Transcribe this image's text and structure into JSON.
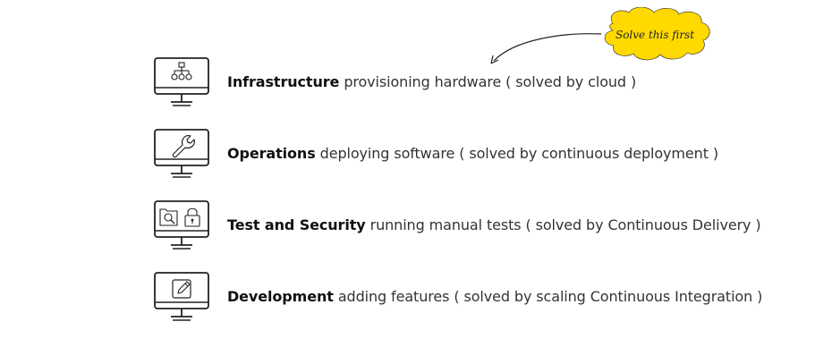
{
  "callout": {
    "label": "Solve this first",
    "color": "#ffd900"
  },
  "rows": [
    {
      "icon": "hierarchy-icon",
      "title": "Infrastructure",
      "description": "provisioning hardware ( solved by cloud )"
    },
    {
      "icon": "wrench-icon",
      "title": "Operations",
      "description": "deploying software ( solved by continuous deployment )"
    },
    {
      "icon": "search-lock-icon",
      "title": "Test and Security",
      "description": "running manual tests ( solved by Continuous Delivery )"
    },
    {
      "icon": "edit-icon",
      "title": "Development",
      "description": "adding features ( solved by scaling Continuous Integration )"
    }
  ]
}
